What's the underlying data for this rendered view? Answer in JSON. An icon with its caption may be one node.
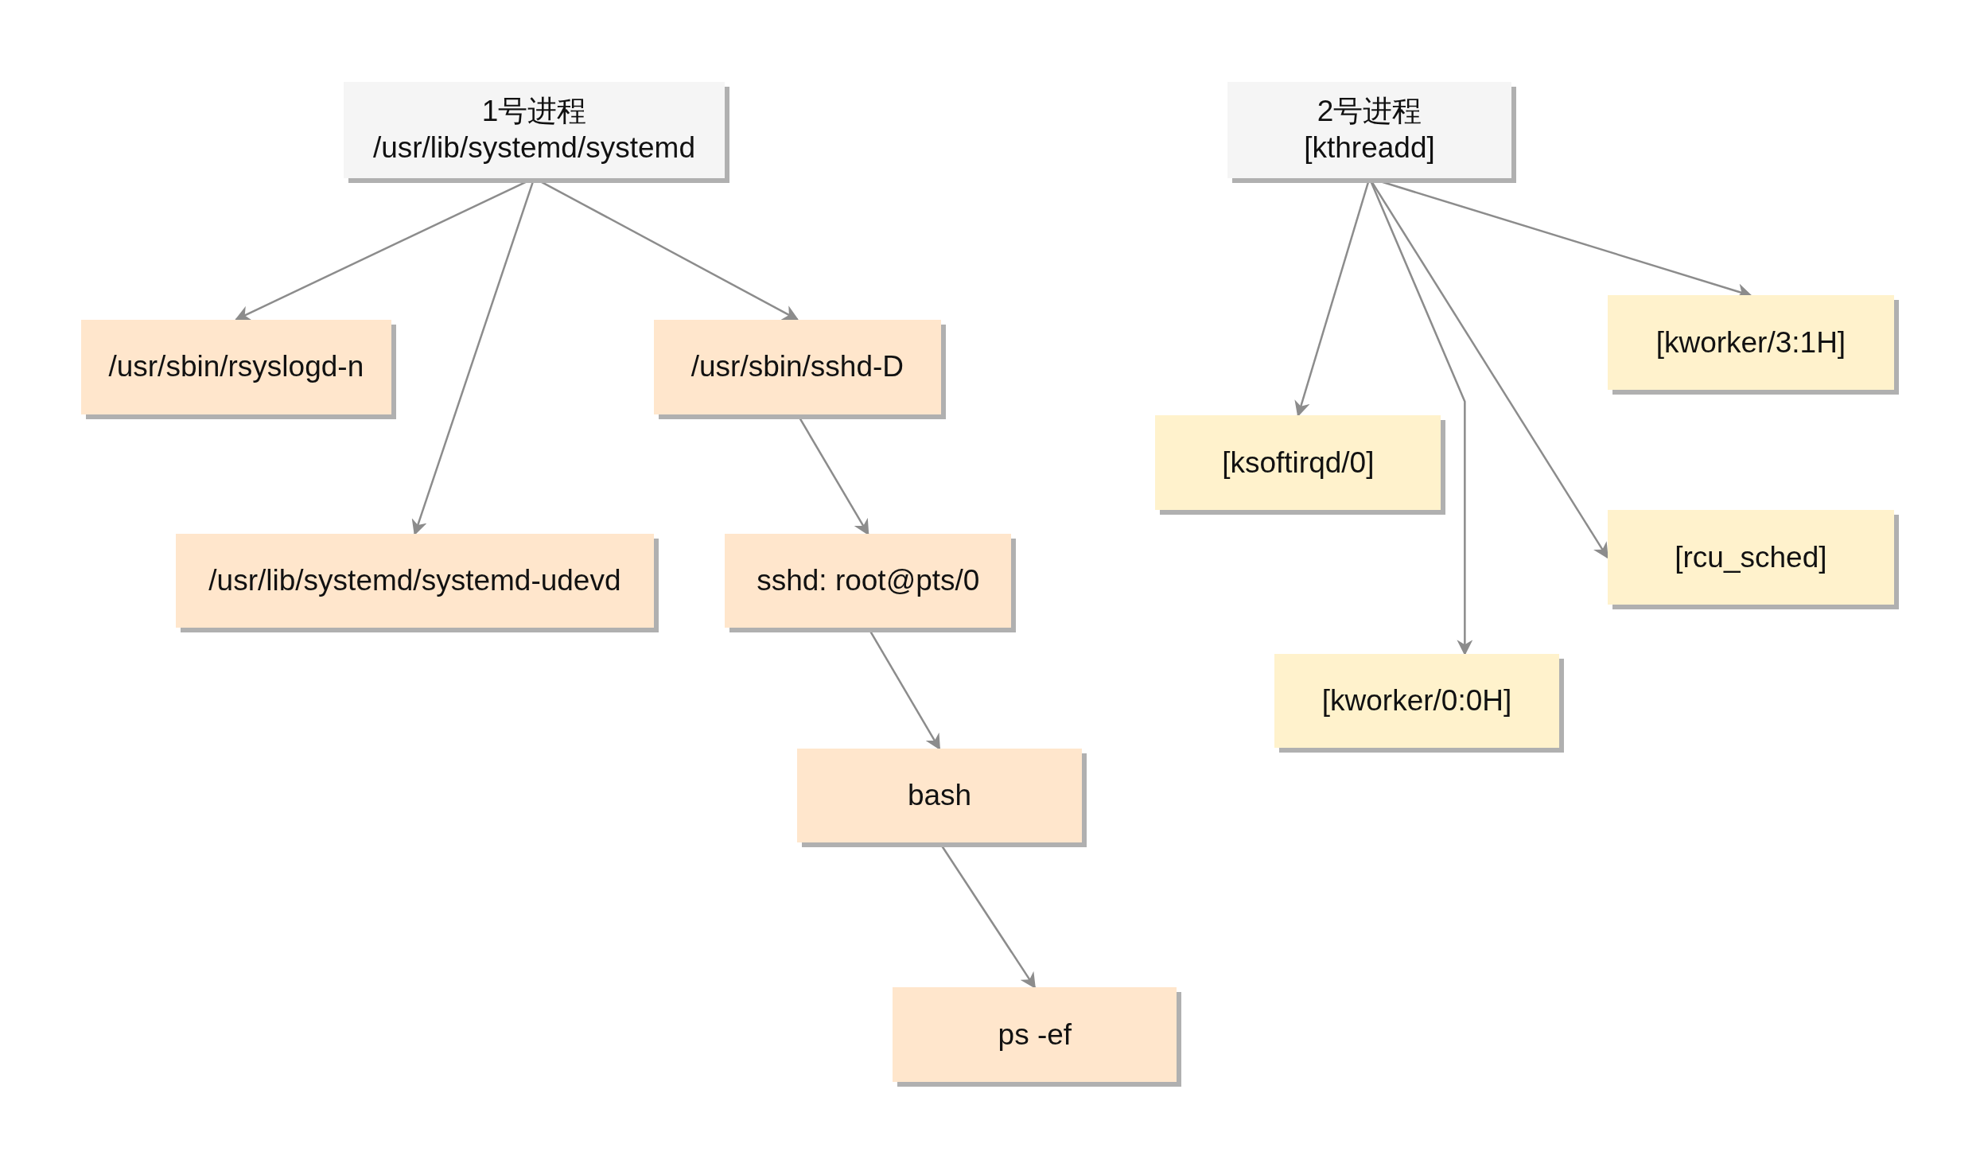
{
  "diagram": {
    "nodes": [
      {
        "text": [
          "1号进程",
          "/usr/lib/systemd/systemd"
        ]
      },
      {
        "text": [
          "/usr/sbin/rsyslogd-n"
        ]
      },
      {
        "text": [
          "/usr/lib/systemd/systemd-udevd"
        ]
      },
      {
        "text": [
          "/usr/sbin/sshd-D"
        ]
      },
      {
        "text": [
          "sshd: root@pts/0"
        ]
      },
      {
        "text": [
          "bash"
        ]
      },
      {
        "text": [
          "ps -ef"
        ]
      },
      {
        "text": [
          "2号进程",
          "[kthreadd]"
        ]
      },
      {
        "text": [
          "[ksoftirqd/0]"
        ]
      },
      {
        "text": [
          "[kworker/0:0H]"
        ]
      },
      {
        "text": [
          "[kworker/3:1H]"
        ]
      },
      {
        "text": [
          "[rcu_sched]"
        ]
      }
    ],
    "edges": [
      {
        "from": 0,
        "to": 1,
        "arrow": "to"
      },
      {
        "from": 0,
        "to": 2,
        "arrow": "to"
      },
      {
        "from": 0,
        "to": 3,
        "arrow": "to"
      },
      {
        "from": 3,
        "to": 4,
        "arrow": "to"
      },
      {
        "from": 4,
        "to": 5,
        "arrow": "to"
      },
      {
        "from": 5,
        "to": 6,
        "arrow": "to"
      },
      {
        "from": 7,
        "to": 8,
        "arrow": "to"
      },
      {
        "from": 7,
        "to": 9,
        "arrow": "to"
      },
      {
        "from": 7,
        "to": 10,
        "arrow": "to"
      },
      {
        "from": 7,
        "to": 11,
        "arrow": "to"
      }
    ]
  }
}
